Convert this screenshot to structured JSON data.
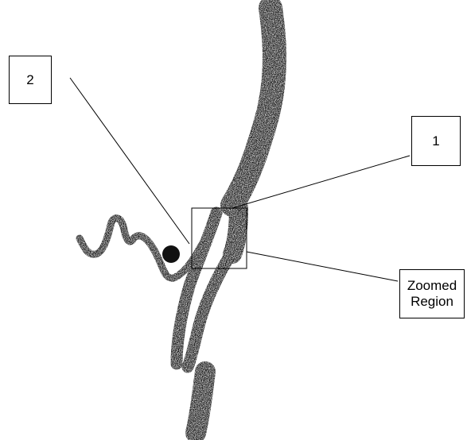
{
  "labels": {
    "label_2": "2",
    "label_1": "1",
    "zoomed_region": "Zoomed\nRegion"
  },
  "colors": {
    "vessel": "#1e1e1e",
    "background": "#ffffff",
    "line": "#000000"
  }
}
